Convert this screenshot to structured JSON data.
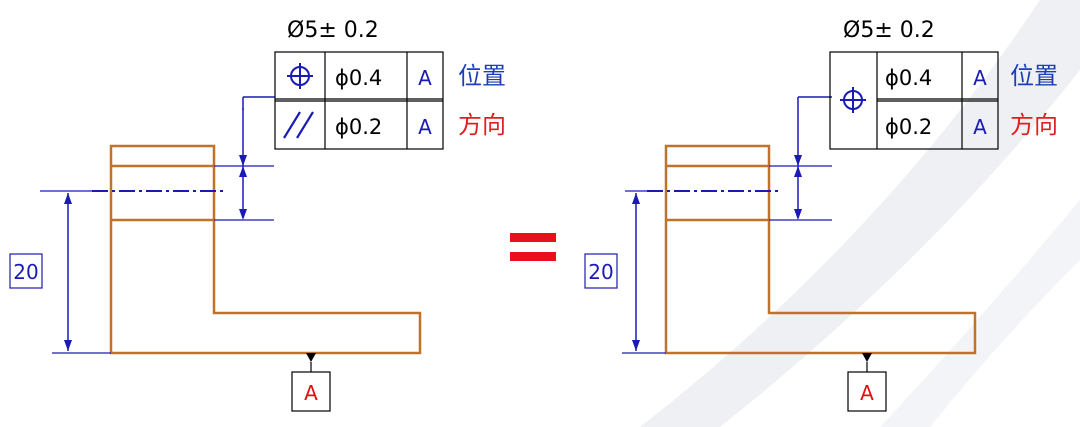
{
  "colors": {
    "part": "#c0722b",
    "dimension": "#1a1ab5",
    "frame": "#000000",
    "datum_text": "#e01010",
    "position_label": "#1d3fb5",
    "orientation_label": "#e02020",
    "equals": "#e8101a",
    "background_swoosh": "#eef0f4"
  },
  "left_view": {
    "size_tolerance": "Ø5± 0.2",
    "rows": [
      {
        "symbol": "position-icon",
        "value": "ϕ0.4",
        "datum": "A",
        "label": "位置"
      },
      {
        "symbol": "parallelism-icon",
        "value": "ϕ0.2",
        "datum": "A",
        "label": "方向"
      }
    ],
    "dimension_value": "20",
    "datum_label": "A"
  },
  "equals_sign": "=",
  "right_view": {
    "size_tolerance": "Ø5± 0.2",
    "rows": [
      {
        "symbol": "position-icon",
        "value": "ϕ0.4",
        "datum": "A",
        "label": "位置"
      },
      {
        "symbol": "position-icon",
        "value": "ϕ0.2",
        "datum": "A",
        "label": "方向"
      }
    ],
    "dimension_value": "20",
    "datum_label": "A"
  }
}
